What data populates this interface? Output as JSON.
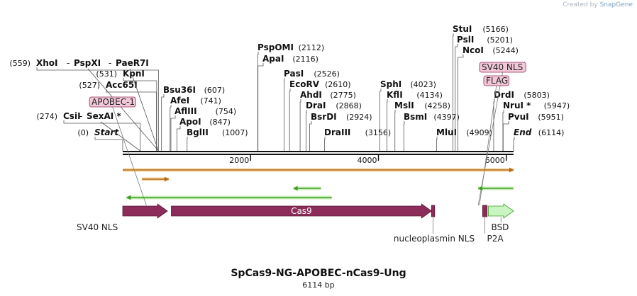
{
  "credit": {
    "prefix": "Created by",
    "brand": "SnapGene"
  },
  "map": {
    "title": "SpCas9-NG-APOBEC-nCas9-Ung",
    "size_label": "6114 bp",
    "length": 6114,
    "ticks": [
      {
        "pos": 2000,
        "label": "2000"
      },
      {
        "pos": 4000,
        "label": "4000"
      },
      {
        "pos": 6000,
        "label": "6000"
      }
    ],
    "sites": [
      {
        "name": "Start",
        "pos": 0,
        "pos_label": "(0)",
        "style": "italic"
      },
      {
        "name": "CsiI",
        "pos": 274,
        "pos_label": "(274)"
      },
      {
        "name": "SexAI *",
        "pos": 274,
        "pos_label": ""
      },
      {
        "name": "Acc65I",
        "pos": 527,
        "pos_label": "(527)"
      },
      {
        "name": "KpnI",
        "pos": 531,
        "pos_label": "(531)"
      },
      {
        "name": "XhoI",
        "pos": 559,
        "pos_label": "(559)"
      },
      {
        "name": "PspXI",
        "pos": 559,
        "pos_label": ""
      },
      {
        "name": "PaeR7I",
        "pos": 559,
        "pos_label": ""
      },
      {
        "name": "Bsu36I",
        "pos": 607,
        "pos_label": "(607)"
      },
      {
        "name": "AfeI",
        "pos": 741,
        "pos_label": "(741)"
      },
      {
        "name": "AflIII",
        "pos": 754,
        "pos_label": "(754)"
      },
      {
        "name": "ApoI",
        "pos": 847,
        "pos_label": "(847)"
      },
      {
        "name": "BglII",
        "pos": 1007,
        "pos_label": "(1007)"
      },
      {
        "name": "PspOMI",
        "pos": 2112,
        "pos_label": "(2112)"
      },
      {
        "name": "ApaI",
        "pos": 2116,
        "pos_label": "(2116)"
      },
      {
        "name": "PasI",
        "pos": 2526,
        "pos_label": "(2526)"
      },
      {
        "name": "EcoRV",
        "pos": 2610,
        "pos_label": "(2610)"
      },
      {
        "name": "AhdI",
        "pos": 2775,
        "pos_label": "(2775)"
      },
      {
        "name": "DraI",
        "pos": 2868,
        "pos_label": "(2868)"
      },
      {
        "name": "BsrDI",
        "pos": 2924,
        "pos_label": "(2924)"
      },
      {
        "name": "DraIII",
        "pos": 3156,
        "pos_label": "(3156)"
      },
      {
        "name": "SphI",
        "pos": 4023,
        "pos_label": "(4023)"
      },
      {
        "name": "KflI",
        "pos": 4134,
        "pos_label": "(4134)"
      },
      {
        "name": "MslI",
        "pos": 4258,
        "pos_label": "(4258)"
      },
      {
        "name": "BsmI",
        "pos": 4397,
        "pos_label": "(4397)"
      },
      {
        "name": "MluI",
        "pos": 4909,
        "pos_label": "(4909)"
      },
      {
        "name": "StuI",
        "pos": 5166,
        "pos_label": "(5166)"
      },
      {
        "name": "PslI",
        "pos": 5201,
        "pos_label": "(5201)"
      },
      {
        "name": "NcoI",
        "pos": 5244,
        "pos_label": "(5244)"
      },
      {
        "name": "DrdI",
        "pos": 5803,
        "pos_label": "(5803)"
      },
      {
        "name": "NruI *",
        "pos": 5947,
        "pos_label": "(5947)"
      },
      {
        "name": "PvuI",
        "pos": 5951,
        "pos_label": "(5951)"
      },
      {
        "name": "End",
        "pos": 6114,
        "pos_label": "(6114)",
        "style": "italic"
      }
    ],
    "site_tags": [
      {
        "name": "APOBEC-1",
        "pos": 370
      },
      {
        "name": "SV40 NLS",
        "pos": 5560
      },
      {
        "name": "FLAG",
        "pos": 5580
      }
    ],
    "orfs": [
      {
        "start": 0,
        "end": 6114,
        "direction": "forward",
        "color": "#e8a23c"
      },
      {
        "start": 300,
        "end": 720,
        "direction": "forward",
        "color": "#e8a23c"
      },
      {
        "start": 60,
        "end": 3270,
        "direction": "reverse",
        "color": "#7ed957"
      },
      {
        "start": 2670,
        "end": 3100,
        "direction": "reverse",
        "color": "#7ed957"
      },
      {
        "start": 5560,
        "end": 6110,
        "direction": "reverse",
        "color": "#7ed957"
      }
    ],
    "features": [
      {
        "name": "SV40 NLS",
        "start": 0,
        "end": 700,
        "color": "#8c2c5a",
        "arrow": true,
        "label_side": "below-left"
      },
      {
        "name": "Cas9",
        "start": 760,
        "end": 4830,
        "color": "#8c2c5a",
        "arrow": true,
        "label_side": "inside"
      },
      {
        "name": "nucleoplasmin NLS",
        "start": 4830,
        "end": 4880,
        "color": "#8c2c5a",
        "arrow": false,
        "label_side": "below"
      },
      {
        "name": "P2A",
        "start": 5630,
        "end": 5700,
        "color": "#8c2c5a",
        "arrow": false,
        "label_side": "below"
      },
      {
        "name": "BSD",
        "start": 5720,
        "end": 6114,
        "color": "#c9f5c0",
        "arrow": true,
        "label_side": "below"
      }
    ]
  }
}
